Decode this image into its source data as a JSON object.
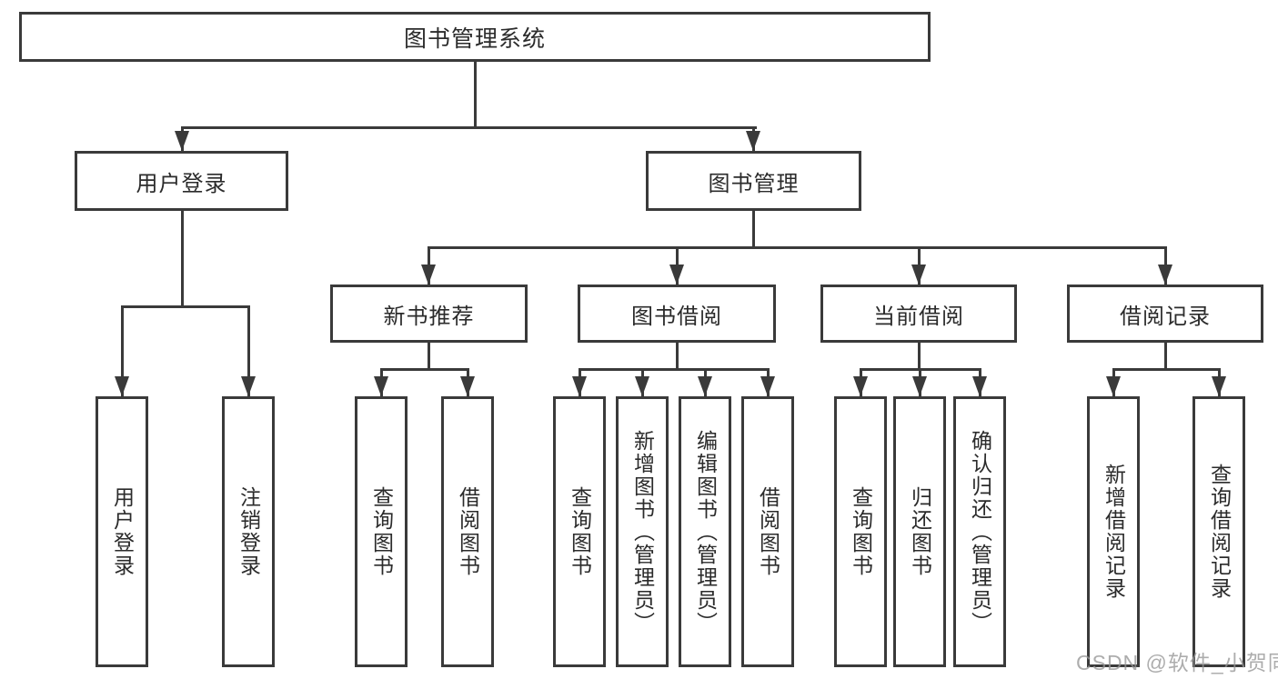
{
  "root": {
    "label": "图书管理系统"
  },
  "user_section": {
    "label": "用户登录",
    "children": [
      {
        "label": "用户登录"
      },
      {
        "label": "注销登录"
      }
    ]
  },
  "book_section": {
    "label": "图书管理",
    "groups": [
      {
        "label": "新书推荐",
        "children": [
          {
            "label": "查询图书"
          },
          {
            "label": "借阅图书"
          }
        ]
      },
      {
        "label": "图书借阅",
        "children": [
          {
            "label": "查询图书"
          },
          {
            "label": "新增图书（管理员）"
          },
          {
            "label": "编辑图书（管理员）"
          },
          {
            "label": "借阅图书"
          }
        ]
      },
      {
        "label": "当前借阅",
        "children": [
          {
            "label": "查询图书"
          },
          {
            "label": "归还图书"
          },
          {
            "label": "确认归还（管理员）"
          }
        ]
      },
      {
        "label": "借阅记录",
        "children": [
          {
            "label": "新增借阅记录"
          },
          {
            "label": "查询借阅记录"
          }
        ]
      }
    ]
  },
  "watermark": {
    "text": "CSDN @软件_小贺同学"
  },
  "colors": {
    "line": "#3a3a3a",
    "text": "#2b2b2b",
    "watermark": "#969696",
    "background": "#ffffff"
  }
}
